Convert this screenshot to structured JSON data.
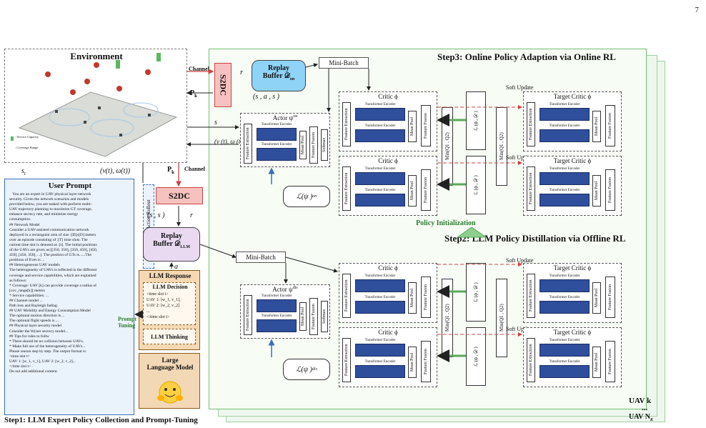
{
  "page_number": "7",
  "environment": {
    "title": "Environment",
    "legend_service": ": Service Capacity",
    "legend_coverage": ": Coverage Range"
  },
  "step1": {
    "title": "Step1: LLM Expert Policy Collection and Prompt-Tuning"
  },
  "step2": {
    "title": "Step2: LLM Policy Distillation via Offline RL"
  },
  "step3": {
    "title": "Step3: Online Policy Adaption via Online RL"
  },
  "policy_init": "Policy Initialization",
  "user_prompt": {
    "title": "User Prompt",
    "text": "   You are an expert in UAV physical layer network\nsecurity. Given the network scenarios and models\nprovided below, you are tasked with perform multi-\nUAV trajectory planning to maximize GT coverage,\nenhance secrecy rate, and minimize energy\nconsumption.\n## Network Model\nConsider a UAV-assisted communication network\ndeployed in a rectangular area of size :[D]x[D] meters\nover an episode consisting of :[T] time slots. The\ncurrent time slot is denoted as :[t]. The initial positions\nof the UAVs are given as:[[350, 350], [350, 450], [450,\n450], [450, 350], ...]. The position of GTs is......The\npositions of Eves is ...\n## Heterogeneous UAV models\nThe heterogeneity of UAVs is reflected in the different\ncoverage and service capabilities, which are explained\nas follows:\n* Coverage: UAV [k] can provide coverage a radius of\n[cov_range[k]] meters\n* Service capabilities: ...\n## Channel model ...\nPath loss and Rayleigh fading.\n## UAV Mobility and Energy Consumption Model\nThe optional motion direction is ...\nThe optional flight speeds is ...\n## Physical layer security model\nConsider the Wyner secrecy model...\n## Tips for rules to follw\n* There should be no collision between UAVs.\n* Make full use of the heterogeneity of UAVs...\nPlease reason step by step. The output format is:\n<time slot t>\nUAV 1: [w_1, v_1], UAV 2: [w_2, v_2]...\n</time slot t>\nDo not add additional content."
  },
  "llm_response": {
    "title": "LLM Response",
    "decision_title": "LLM Decision",
    "decision_text": "<time slot t>\nUAV 1: [w_1, v_1],\nUAV 2: [w_2, v_2]\n...\n</time slot t>",
    "thinking": "LLM Thinking"
  },
  "llm_model": {
    "title": "Large\nLanguage Model"
  },
  "prompt_tuning": "Prompt\nTuning",
  "llm_state_action": "LLM State-Action Rollout",
  "s2dc_label": "S2DC",
  "channel_label": "Channel",
  "replay_offline": {
    "line1": "Replay",
    "line2": "Buffer 𝒟",
    "sub": "LLM"
  },
  "replay_online": {
    "line1": "Replay",
    "line2": "Buffer 𝒟",
    "sub": "on"
  },
  "mini_batch": "Mini-Batch",
  "math": {
    "s_t": "s",
    "s_t_sub": "t",
    "v_omega": "(v(t), ω(t))",
    "P_k": "P",
    "P_k_sub": "k",
    "sk_t": "s",
    "r_t": "r",
    "a_t": "a",
    "tuple_offline": "(s , s   )",
    "tuple_online": "(s , a , s   )",
    "vk_omega": "(v (t), ω (t))",
    "r_k": "r"
  },
  "actor_online": "Actor ψ",
  "actor_offline": "Actor ψ",
  "actor_online_sup": "on",
  "actor_offline_sup": "dis",
  "critic1_online": "Critic ϕ",
  "critic2_online": "Critic ϕ",
  "critic1_offline": "Critic ϕ",
  "critic2_offline": "Critic ϕ",
  "target1_online": "Target Critic ϕ",
  "target2_online": "Target Critic ϕ",
  "target1_offline": "Target Critic ϕ",
  "target2_offline": "Target Critic ϕ",
  "transformer_encoder": "Transformer Encoder",
  "feature_extraction": "Feature Extraction",
  "feature_fusion": "Feature Fusion",
  "mean_pool": "Mean Pool",
  "softmax": "Softmax",
  "minq": "Min(Q1 , Q2)",
  "soft_update": "Soft Update",
  "loss_actor_online": "ℒ(ψ  )",
  "loss_actor_offline": "ℒ(ψ  )",
  "loss_critic_online_1": "ℒ  (ϕ  , 𝒟  )",
  "loss_critic_online_2": "ℒ  (ϕ  , 𝒟  )",
  "loss_critic_offline_1": "ℒ  (ϕ  , 𝒟  )",
  "loss_critic_offline_2": "ℒ  (ϕ  , 𝒟  )",
  "uav_k": "UAV k",
  "uav_nk": "UAV N",
  "uav_nk_sub": "K",
  "ellipsis": "...",
  "colors": {
    "green": "#5aa95a",
    "blue": "#2f4e9c",
    "red": "#c44",
    "orange": "#f6d9b3"
  }
}
